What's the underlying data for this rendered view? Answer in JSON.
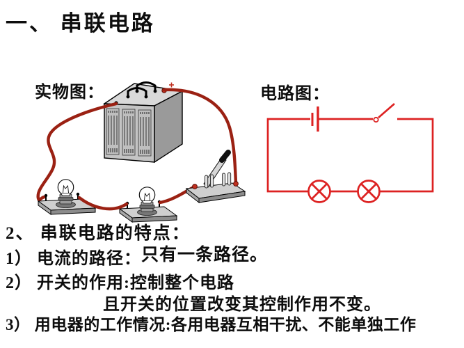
{
  "slide": {
    "title": "一、 串联电路",
    "real_diagram_label": "实物图：",
    "circuit_diagram_label": "电路图：",
    "features": {
      "heading": "2、 串联电路的特点：",
      "item1_label": "1） 电流的路径：",
      "item1_answer": "只有一条路径。",
      "item2_label": "2） 开关的作用:",
      "item2_answer": "控制整个电路",
      "item2_continuation": "且开关的位置改变其控制作用不变。",
      "item3_label": "3） 用电器的工作情况:",
      "item3_answer": "各用电器互相干扰、不能单独工作"
    }
  },
  "diagram": {
    "wire_color": "#9b2113",
    "schematic_color": "#dd2222",
    "real_components": [
      "battery-pack",
      "light-bulb",
      "light-bulb",
      "knife-switch"
    ],
    "schematic_components": [
      "cell",
      "open-switch",
      "lamp",
      "lamp"
    ]
  }
}
